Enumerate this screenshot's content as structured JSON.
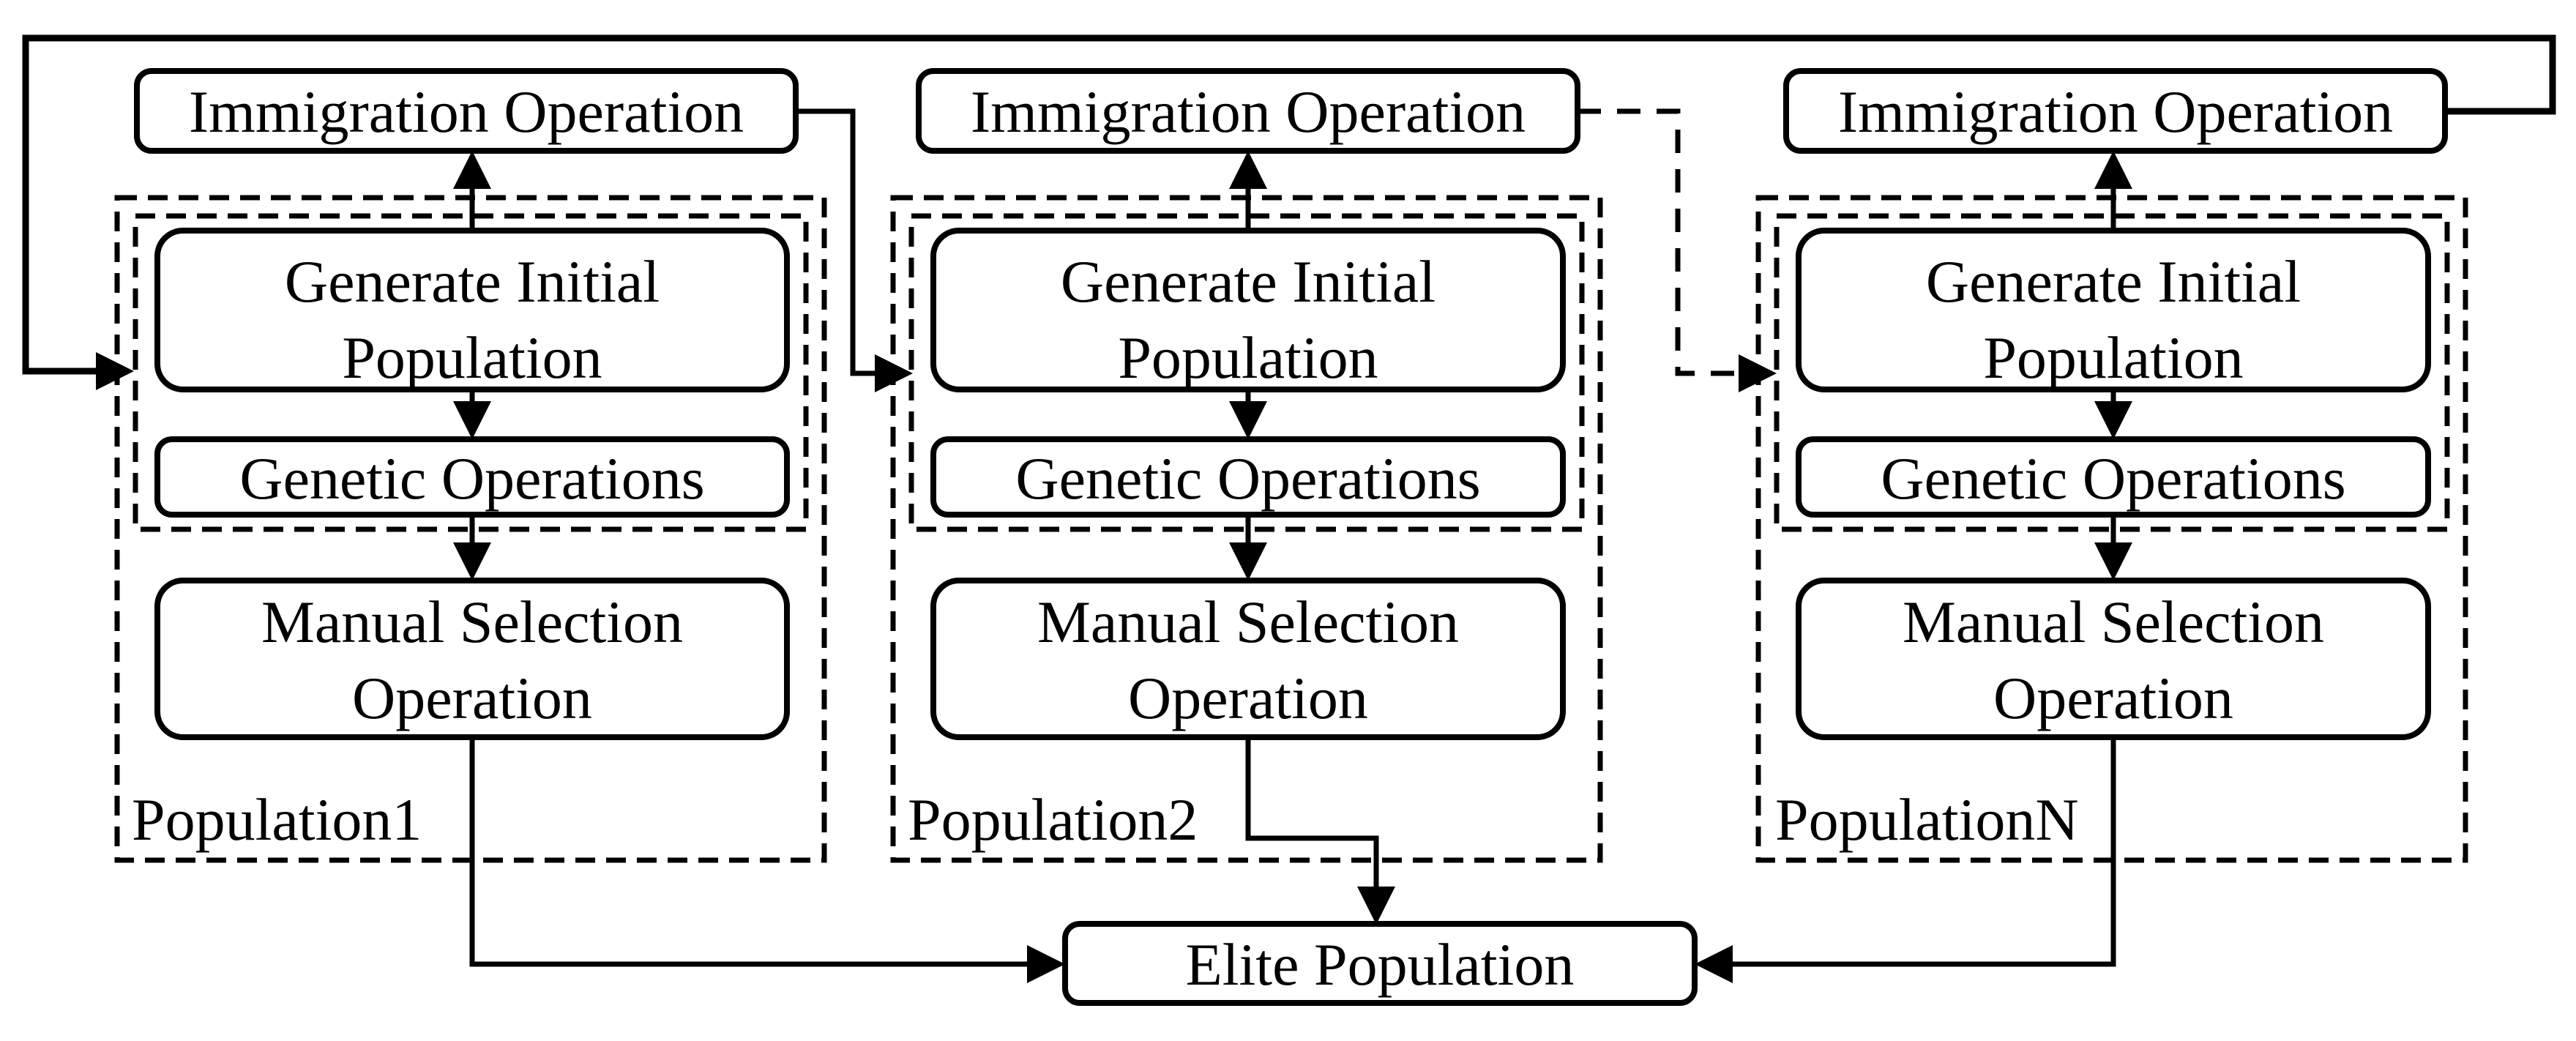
{
  "diagram": {
    "colors": {
      "line": "#000000",
      "background": "#ffffff",
      "box_fill": "#ffffff"
    },
    "columns": [
      {
        "immigration": "Immigration Operation",
        "generate_line1": "Generate Initial",
        "generate_line2": "Population",
        "genetic": "Genetic Operations",
        "manual_line1": "Manual Selection",
        "manual_line2": "Operation",
        "population": "Population1"
      },
      {
        "immigration": "Immigration Operation",
        "generate_line1": "Generate Initial",
        "generate_line2": "Population",
        "genetic": "Genetic Operations",
        "manual_line1": "Manual Selection",
        "manual_line2": "Operation",
        "population": "Population2"
      },
      {
        "immigration": "Immigration Operation",
        "generate_line1": "Generate Initial",
        "generate_line2": "Population",
        "genetic": "Genetic Operations",
        "manual_line1": "Manual Selection",
        "manual_line2": "Operation",
        "population": "PopulationN"
      }
    ],
    "elite": "Elite Population"
  }
}
